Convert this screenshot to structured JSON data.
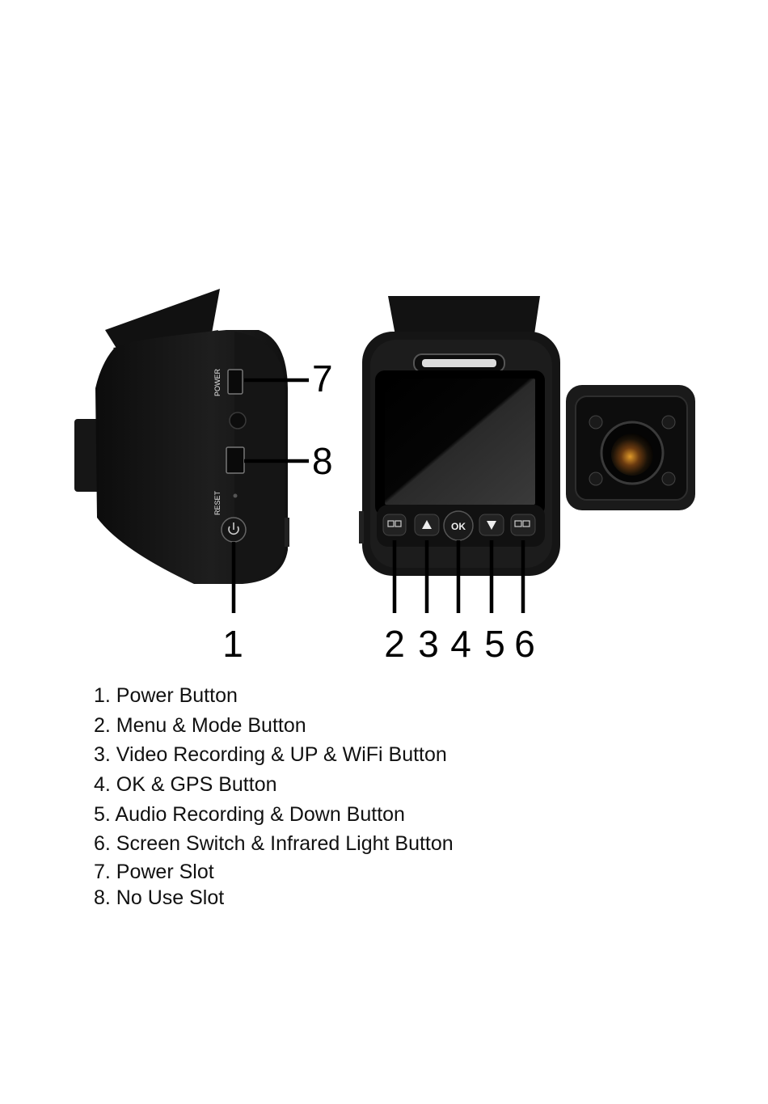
{
  "device_labels": {
    "power_port": "POWER",
    "reset": "RESET",
    "ok_button": "OK"
  },
  "callouts": [
    "1",
    "2",
    "3",
    "4",
    "5",
    "6",
    "7",
    "8"
  ],
  "legend": [
    "1. Power Button",
    "2. Menu & Mode Button",
    "3. Video Recording & UP & WiFi Button",
    "4. OK & GPS Button",
    "5. Audio Recording & Down Button",
    "6. Screen Switch & Infrared Light Button",
    "7. Power Slot",
    "8. No Use Slot"
  ]
}
